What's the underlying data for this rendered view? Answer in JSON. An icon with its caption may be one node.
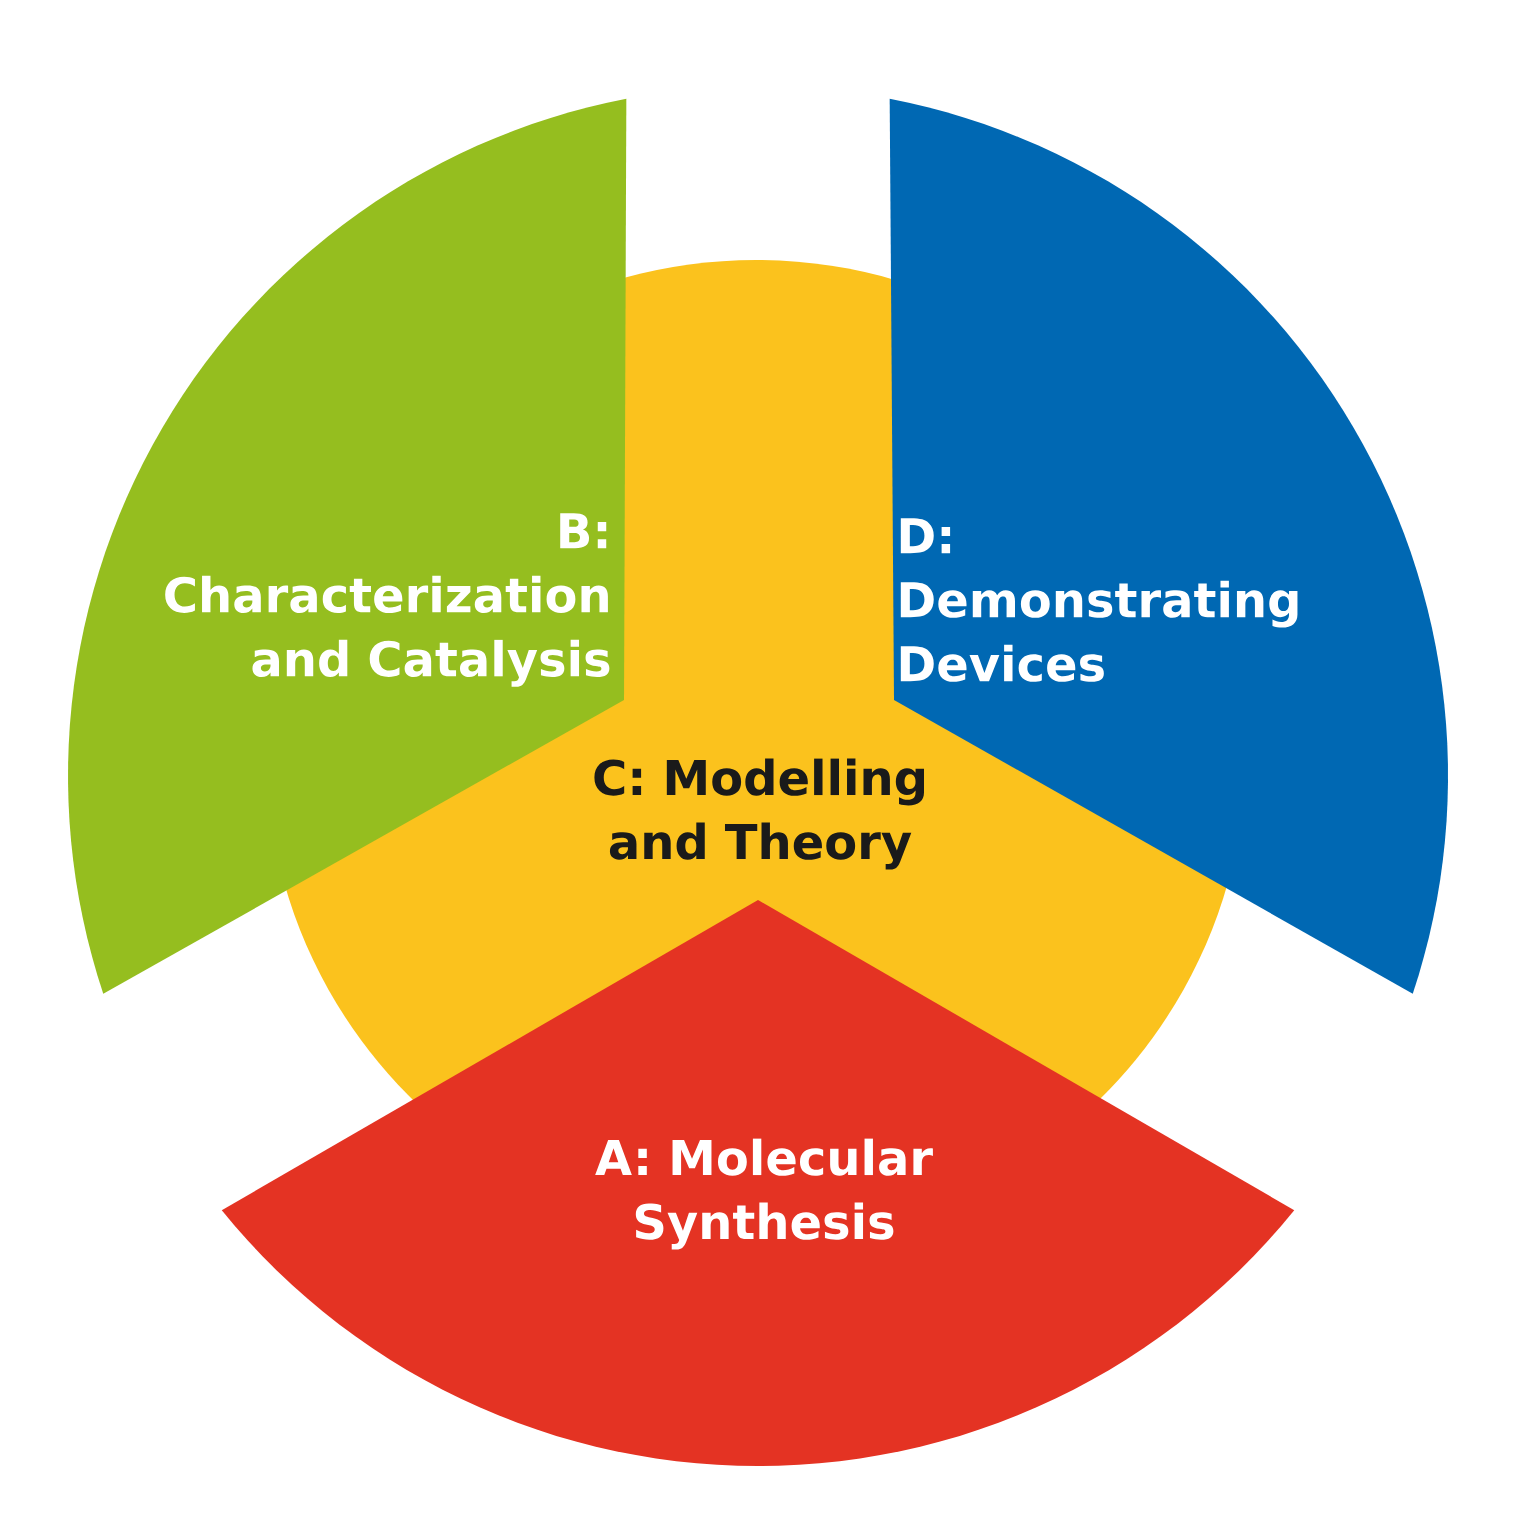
{
  "diagram": {
    "nodes": [
      {
        "text": [
          "B:",
          "Characterization and Catalysis"
        ]
      },
      {
        "text": [
          "D:",
          "Demonstrating Devices"
        ]
      },
      {
        "text": [
          "C: Modelling and Theory"
        ]
      },
      {
        "text": [
          "A: Molecular Synthesis"
        ]
      }
    ]
  }
}
